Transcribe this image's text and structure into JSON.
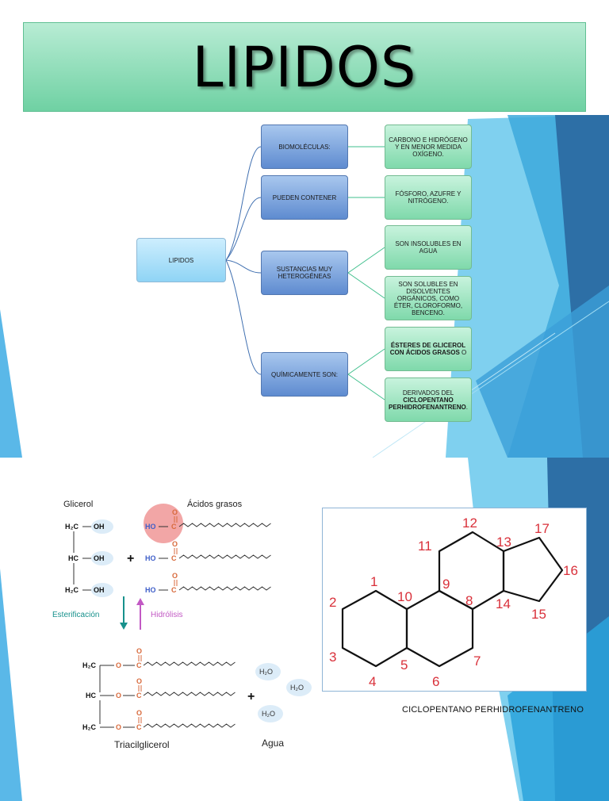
{
  "title": "LIPIDOS",
  "concept_map": {
    "root": "LIPIDOS",
    "branches": [
      {
        "label": "BIOMOLÉCULAS:",
        "details": [
          "CARBONO E HIDRÓGENO Y EN MENOR MEDIDA OXÍGENO."
        ]
      },
      {
        "label": "PUEDEN CONTENER",
        "details": [
          "FÓSFORO, AZUFRE Y NITRÓGENO."
        ]
      },
      {
        "label": "SUSTANCIAS MUY HETEROGÉNEAS",
        "details": [
          "SON INSOLUBLES EN AGUA",
          "SON SOLUBLES EN DISOLVENTES ORGÁNICOS, COMO ÉTER, CLOROFORMO, BENCENO."
        ]
      },
      {
        "label": "QUÍMICAMENTE SON:",
        "details_rich": [
          {
            "bold": "ÉSTERES DE GLICEROL CON ÁCIDOS GRASOS",
            "normal_after": " O"
          },
          {
            "normal_before": "DERIVADOS DEL ",
            "bold": "CICLOPENTANO PERHIDROFENANTRENO",
            "normal_after": "."
          }
        ]
      }
    ]
  },
  "reaction": {
    "glicerol_label": "Glicerol",
    "acidos_label": "Ácidos grasos",
    "esterificacion_label": "Esterificación",
    "hidrolisis_label": "Hidrólisis",
    "triacilglicerol_label": "Triacilglicerol",
    "agua_label": "Agua",
    "plus": "+",
    "h2c": "H₂C",
    "hc": "HC",
    "oh": "OH",
    "ho": "HO",
    "o": "O",
    "c": "C",
    "h2o": "H₂O",
    "colors": {
      "teal": "#17918c",
      "pink": "#c259c4",
      "orange": "#d86a3c",
      "blue": "#3f5fc9",
      "bubble": "#dcecf8",
      "highlight": "#f2a6a6"
    }
  },
  "steroid": {
    "numbers": [
      "1",
      "2",
      "3",
      "4",
      "5",
      "6",
      "7",
      "8",
      "9",
      "10",
      "11",
      "12",
      "13",
      "14",
      "15",
      "16",
      "17"
    ],
    "caption": "CICLOPENTANO PERHIDROFENANTRENO",
    "number_color": "#d9303a"
  }
}
